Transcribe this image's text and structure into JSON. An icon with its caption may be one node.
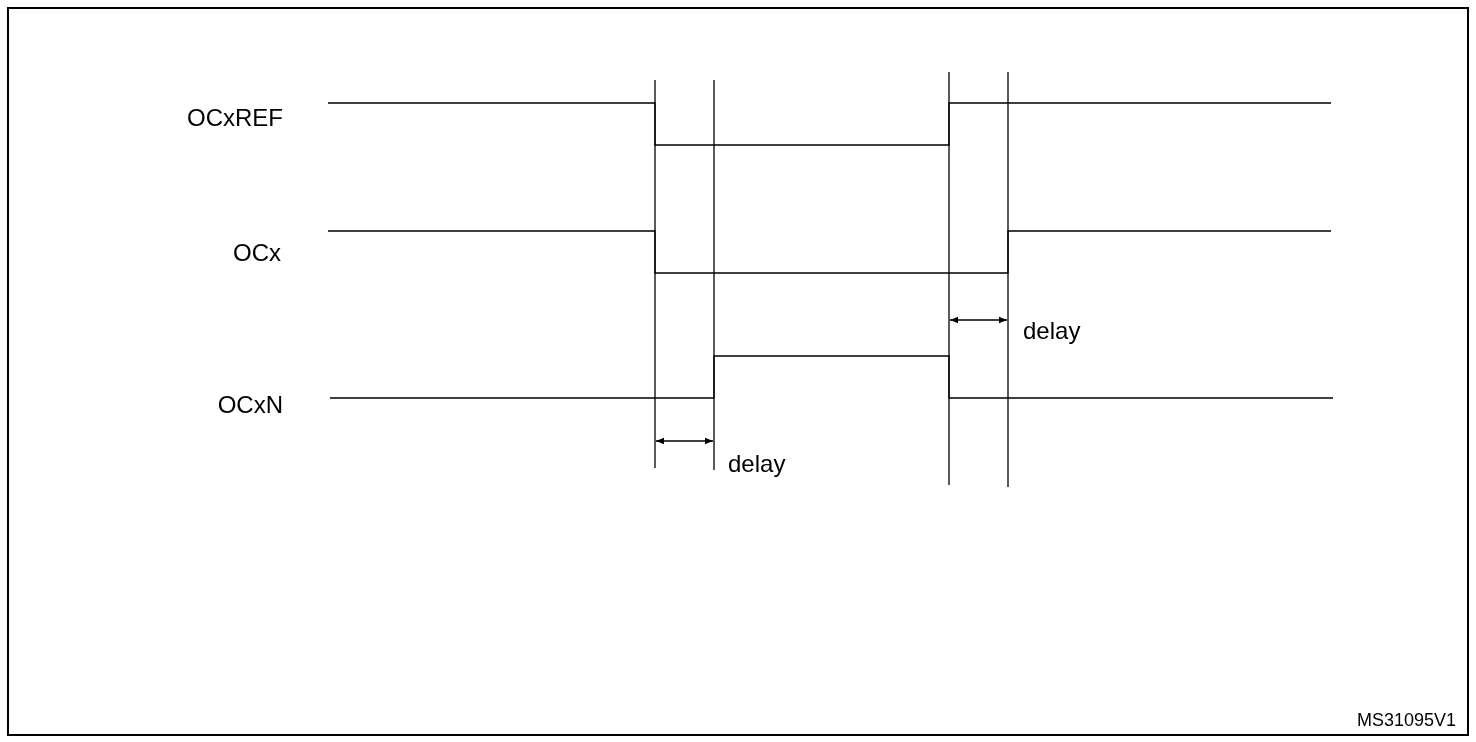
{
  "diagram": {
    "labels": [
      "OCxREF",
      "OCx",
      "delay",
      "OCxN",
      "delay",
      "MS31095V1"
    ]
  }
}
